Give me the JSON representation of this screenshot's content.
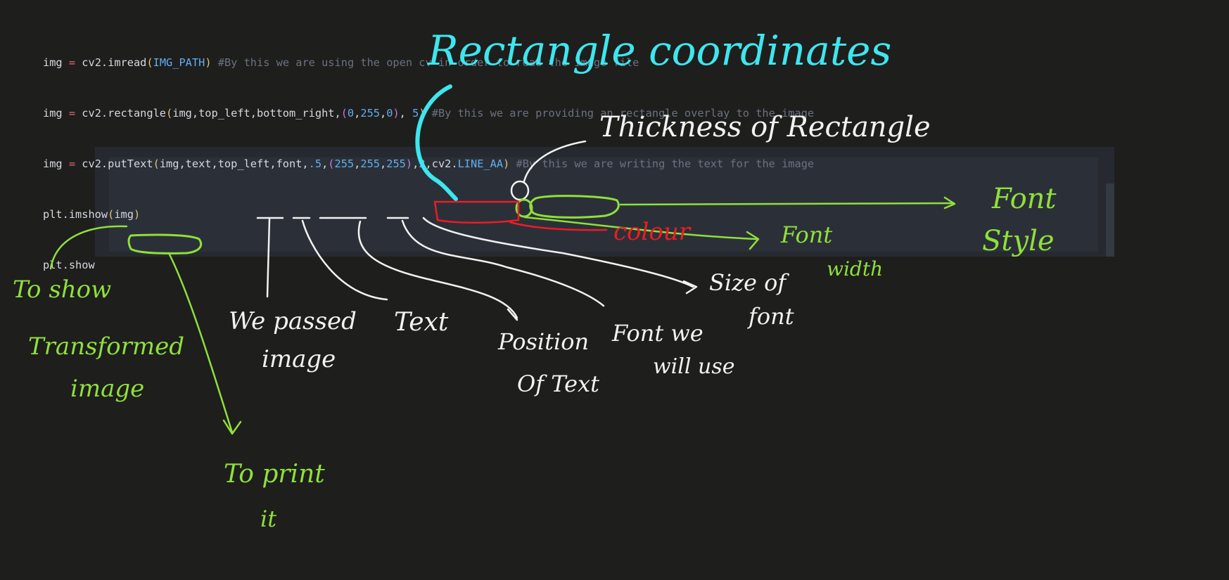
{
  "code": {
    "line1": {
      "a": "img",
      "eq": "=",
      "fn": "cv2.imread",
      "arg": "IMG_PATH",
      "comment": "#By this we are using the open cv in order to read the image file"
    },
    "line2": {
      "a": "img",
      "eq": "=",
      "fn": "cv2.rectangle",
      "args": "img,top_left,bottom_right,",
      "c1": "0",
      "c2": "255",
      "c3": "0",
      "sep": ",",
      "thick": "5",
      "comment": "#By this we are providing an rectangle overlay to the image"
    },
    "line3": {
      "a": "img",
      "eq": "=",
      "fn": "cv2.putText",
      "args": "img,text,top_left,font,",
      "scale": ".5",
      "c1": "255",
      "c2": "255",
      "c3": "255",
      "width": "2",
      "style_prefix": "cv2.",
      "style": "LINE_AA",
      "comment": "#By this we are writing the text for the image"
    },
    "line4": {
      "fn": "plt.imshow",
      "arg": "img"
    },
    "line5": {
      "fn": "plt.show"
    }
  },
  "annotations": {
    "rect_coords": "Rectangle coordinates",
    "thickness": "Thickness of Rectangle",
    "font_style_1": "Font",
    "font_style_2": "Style",
    "color": "colour",
    "font_width_1": "Font",
    "font_width_2": "width",
    "size_1": "Size of",
    "size_2": "font",
    "font_we_1": "Font we",
    "font_we_2": "will use",
    "position_1": "Position",
    "position_2": "Of Text",
    "text": "Text",
    "we_passed_1": "We passed",
    "we_passed_2": "image",
    "to_show_1": "To show",
    "to_show_2": "Transformed",
    "to_show_3": "image",
    "to_print_1": "To print",
    "to_print_2": "it"
  },
  "colors": {
    "background": "#1e1e1d",
    "panel": "#262a30",
    "ink_white": "#f2f2f2",
    "ink_green": "#8fe03a",
    "ink_cyan": "#3ee6ee",
    "ink_red": "#ee1b24"
  }
}
